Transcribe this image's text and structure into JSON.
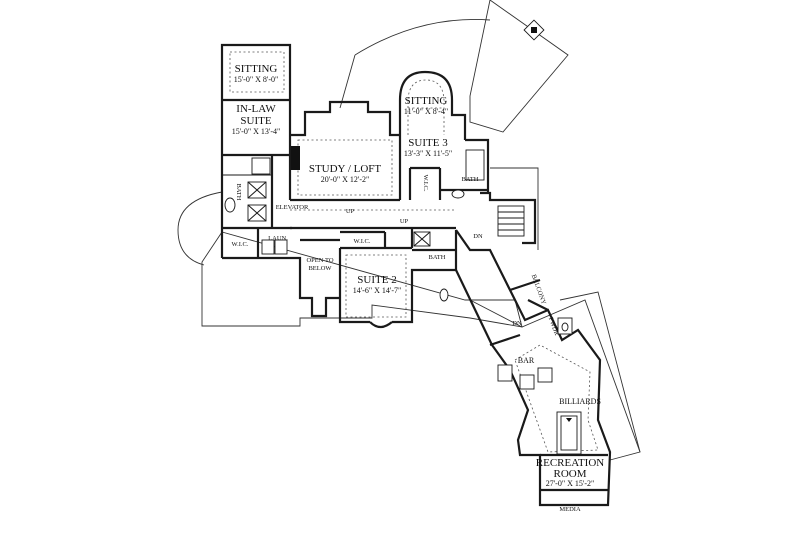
{
  "rooms": {
    "sitting_left": {
      "name": "SITTING",
      "dims": "15'-0\" X 8'-0\""
    },
    "inlaw_suite": {
      "name1": "IN-LAW",
      "name2": "SUITE",
      "dims": "15'-0\" X 13'-4\""
    },
    "sitting_right": {
      "name": "SITTING",
      "dims": "11'-0\" X 8'-4\""
    },
    "suite3": {
      "name": "SUITE 3",
      "dims": "13'-3\" X 11'-5\""
    },
    "study_loft": {
      "name": "STUDY / LOFT",
      "dims": "20'-0\" X 12'-2\""
    },
    "suite2": {
      "name": "SUITE 2",
      "dims": "14'-6\" X 14'-7\""
    },
    "recreation": {
      "name1": "RECREATION",
      "name2": "ROOM",
      "dims": "27'-0\" X 15'-2\""
    }
  },
  "labels": {
    "bath_left": "BATH",
    "wic_left": "W.I.C.",
    "laundry": "LAUN.",
    "elevator": "ELEVATOR",
    "up_1": "UP",
    "up_2": "UP",
    "open_below_1": "OPEN TO",
    "open_below_2": "BELOW",
    "wic_mid": "W.I.C.",
    "bath_mid": "BATH",
    "wic_right": "W.I.C.",
    "bath_right": "BATH",
    "dn_1": "DN",
    "dn_2": "DN",
    "balcony": "BALCONY",
    "pwdr": "PWDR",
    "bar": "BAR",
    "billiards": "BILLIARDS",
    "media": "MEDIA"
  }
}
